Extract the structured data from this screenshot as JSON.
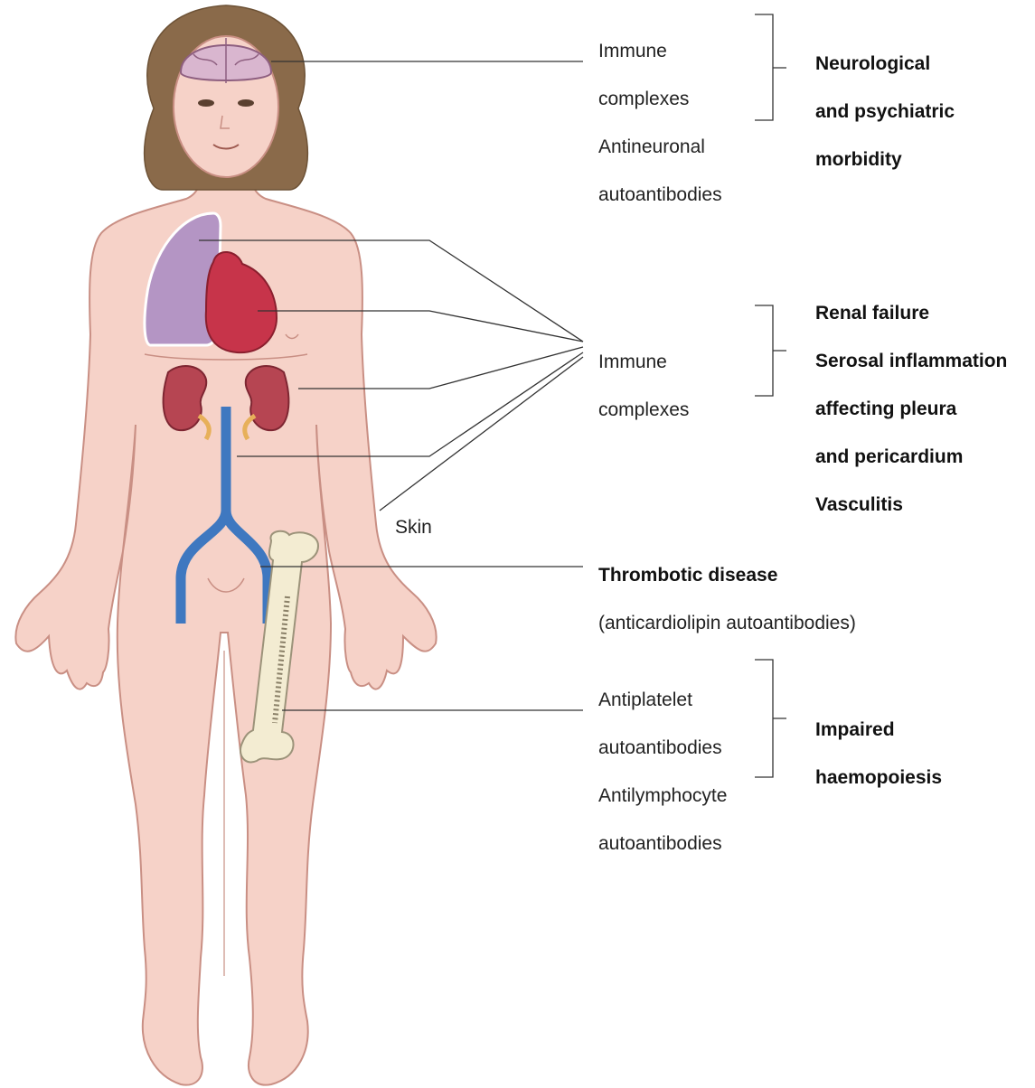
{
  "colors": {
    "skin_fill": "#f6d2c8",
    "skin_outline": "#c98f84",
    "hair": "#8a6a4a",
    "brain": "#d9b6cf",
    "lung": "#b495c4",
    "heart": "#c7344a",
    "kidney": "#b64552",
    "vessel": "#3f78c0",
    "bone": "#f3ecd2",
    "leader_line": "#333333"
  },
  "groups": [
    {
      "id": "neuro",
      "causes": [
        "Immune",
        "complexes",
        "Antineuronal",
        "autoantibodies"
      ],
      "outcomes": [
        "Neurological",
        "and psychiatric",
        "morbidity"
      ]
    },
    {
      "id": "immune",
      "causes": [
        "Immune",
        "complexes"
      ],
      "outcomes": [
        "Renal failure",
        "Serosal inflammation",
        "affecting pleura",
        "and pericardium",
        "Vasculitis"
      ]
    },
    {
      "id": "thrombotic",
      "title": "Thrombotic disease",
      "subtitle": "(anticardiolipin autoantibodies)"
    },
    {
      "id": "haemo",
      "causes": [
        "Antiplatelet",
        "autoantibodies",
        "Antilymphocyte",
        "autoantibodies"
      ],
      "outcomes": [
        "Impaired",
        "haemopoiesis"
      ]
    }
  ],
  "skin_label": "Skin"
}
